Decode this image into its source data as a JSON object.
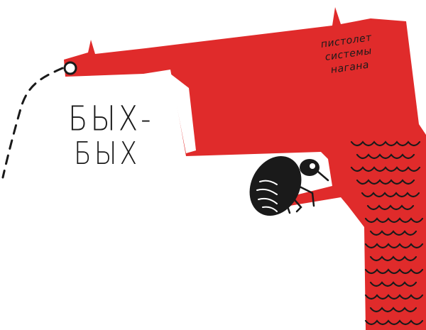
{
  "sound_effect": {
    "line1": "БЫХ-",
    "line2": "БЫХ"
  },
  "caption": {
    "line1": "пистолет",
    "line2": "системы",
    "line3": "нагана"
  },
  "colors": {
    "gun": "#e02b2b",
    "ink": "#1a1a1a",
    "background": "#ffffff"
  },
  "icons": {
    "revolver": "revolver-illustration",
    "beetle": "beetle-illustration"
  }
}
